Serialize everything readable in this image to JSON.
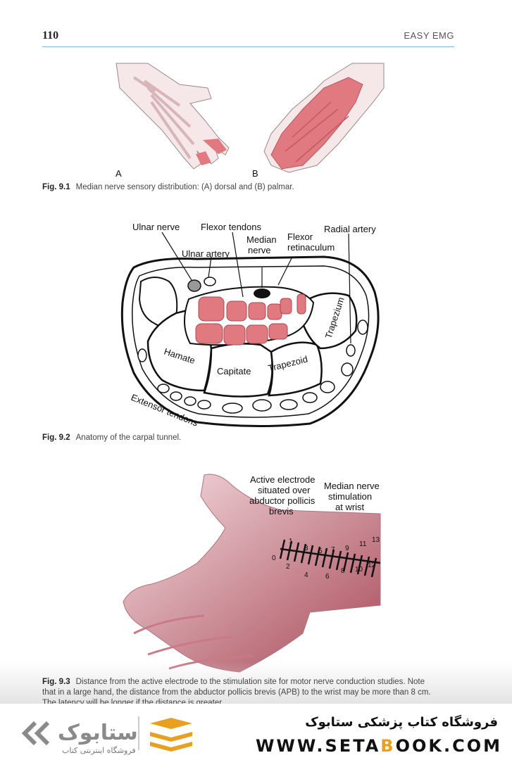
{
  "header": {
    "page_number": "110",
    "running_title": "EASY EMG"
  },
  "figure_9_1": {
    "label_a": "A",
    "label_b": "B",
    "caption_label": "Fig. 9.1",
    "caption_text": "Median nerve sensory distribution: (A) dorsal and (B) palmar."
  },
  "figure_9_2": {
    "labels": {
      "ulnar_nerve": "Ulnar nerve",
      "flexor_tendons": "Flexor tendons",
      "median_nerve_1": "Median",
      "median_nerve_2": "nerve",
      "flexor_retinaculum_1": "Flexor",
      "flexor_retinaculum_2": "retinaculum",
      "radial_artery": "Radial artery",
      "ulnar_artery": "Ulnar artery",
      "hamate": "Hamate",
      "capitate": "Capitate",
      "trapezoid": "Trapezoid",
      "trapezium": "Trapezium",
      "extensor_tendons": "Extensor tendons"
    },
    "caption_label": "Fig. 9.2",
    "caption_text": "Anatomy of the carpal tunnel."
  },
  "figure_9_3": {
    "active_electrode": [
      "Active electrode",
      "situated over",
      "abductor pollicis",
      "brevis"
    ],
    "stimulation": [
      "Median nerve",
      "stimulation",
      "at wrist"
    ],
    "scale_top": [
      "1",
      "3",
      "5",
      "7",
      "9",
      "11",
      "13"
    ],
    "scale_bottom": [
      "0",
      "2",
      "4",
      "6",
      "8",
      "10",
      "12"
    ],
    "caption_label": "Fig. 9.3",
    "caption_line1": "Distance from the active electrode to the stimulation site for motor nerve conduction studies. Note",
    "caption_line2": "that in a large hand, the distance from the abductor pollicis brevis (APB) to the wrist may be more than 8 cm.",
    "caption_line3": "The latency will be longer if the distance is greater."
  },
  "footer": {
    "shop_name_fa": "فروشگاه کتاب پزشکی ستابوک",
    "url_pre": "WWW.SETA",
    "url_hl": "B",
    "url_post": "OOK.COM",
    "brand_fa": "ستابوک",
    "brand_sub_fa": "فروشگاه اینترنتی کتاب"
  },
  "colors": {
    "nerve_pink": "#e07a80",
    "accent_blue": "#7fb2d8",
    "logo_orange": "#e8a020"
  }
}
